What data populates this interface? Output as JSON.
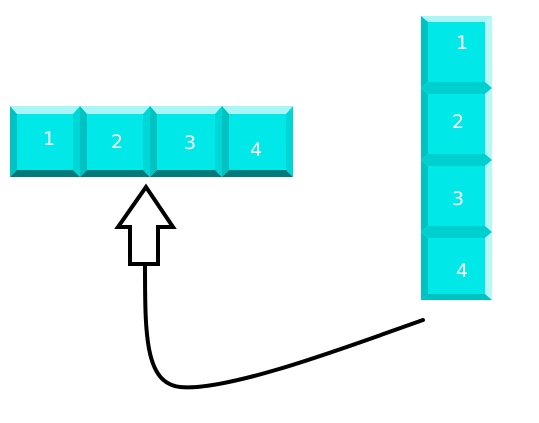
{
  "diagram": {
    "horizontal_strip": {
      "tiles": [
        {
          "label": "1"
        },
        {
          "label": "2"
        },
        {
          "label": "3"
        },
        {
          "label": "4"
        }
      ]
    },
    "vertical_strip": {
      "tiles": [
        {
          "label": "1"
        },
        {
          "label": "2"
        },
        {
          "label": "3"
        },
        {
          "label": "4"
        }
      ]
    },
    "colors": {
      "tile_face": "#00E8E8",
      "tile_top_bevel": "#A8F6F6",
      "tile_left_bevel": "#00C2C2",
      "tile_right_bevel": "#00D6D6",
      "tile_bottom_bevel": "#007A7A",
      "tile_vertical_right_edge": "#B6F7F7",
      "tile_separator": "#00CFCF",
      "tile_label": "#FFFFFF",
      "arrow_stroke": "#000000",
      "arrow_fill": "#FFFFFF"
    }
  }
}
